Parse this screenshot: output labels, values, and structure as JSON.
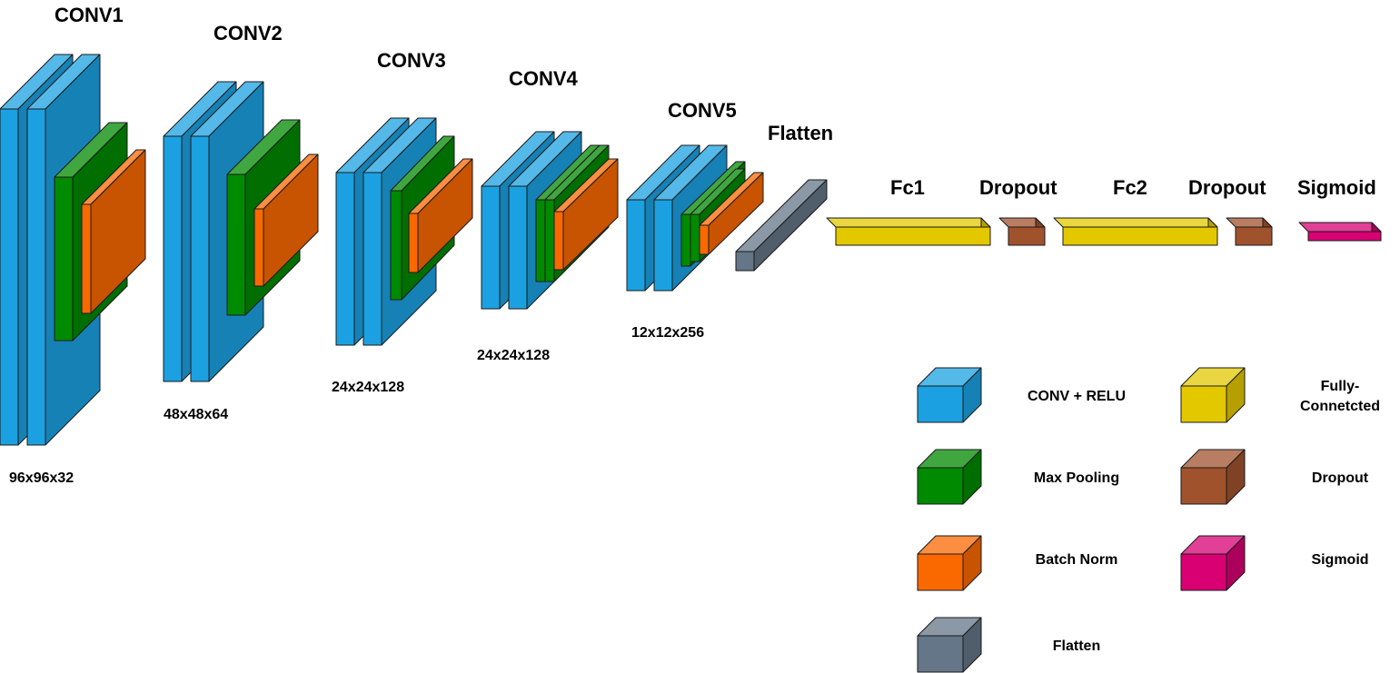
{
  "colors": {
    "conv": "#1ba1e2",
    "pool": "#008a00",
    "norm": "#fa6800",
    "flatten": "#647687",
    "fc": "#e3c800",
    "dropout": "#a0522d",
    "sigmoid": "#d80073"
  },
  "stages": {
    "conv1": {
      "title": "CONV1",
      "size": "96x96x32"
    },
    "conv2": {
      "title": "CONV2",
      "size": "48x48x64"
    },
    "conv3": {
      "title": "CONV3",
      "size": "24x24x128"
    },
    "conv4": {
      "title": "CONV4",
      "size": "24x24x128"
    },
    "conv5": {
      "title": "CONV5",
      "size": "12x12x256"
    },
    "flatten": {
      "title": "Flatten"
    },
    "fc1": {
      "title": "Fc1"
    },
    "dropout1": {
      "title": "Dropout"
    },
    "fc2": {
      "title": "Fc2"
    },
    "dropout2": {
      "title": "Dropout"
    },
    "sigmoid": {
      "title": "Sigmoid"
    }
  },
  "legend": {
    "conv_relu": "CONV + RELU",
    "max_pooling": "Max Pooling",
    "batch_norm": "Batch Norm",
    "flatten": "Flatten",
    "fully_connected_line1": "Fully-",
    "fully_connected_line2": "Connetcted",
    "dropout": "Dropout",
    "sigmoid": "Sigmoid"
  }
}
